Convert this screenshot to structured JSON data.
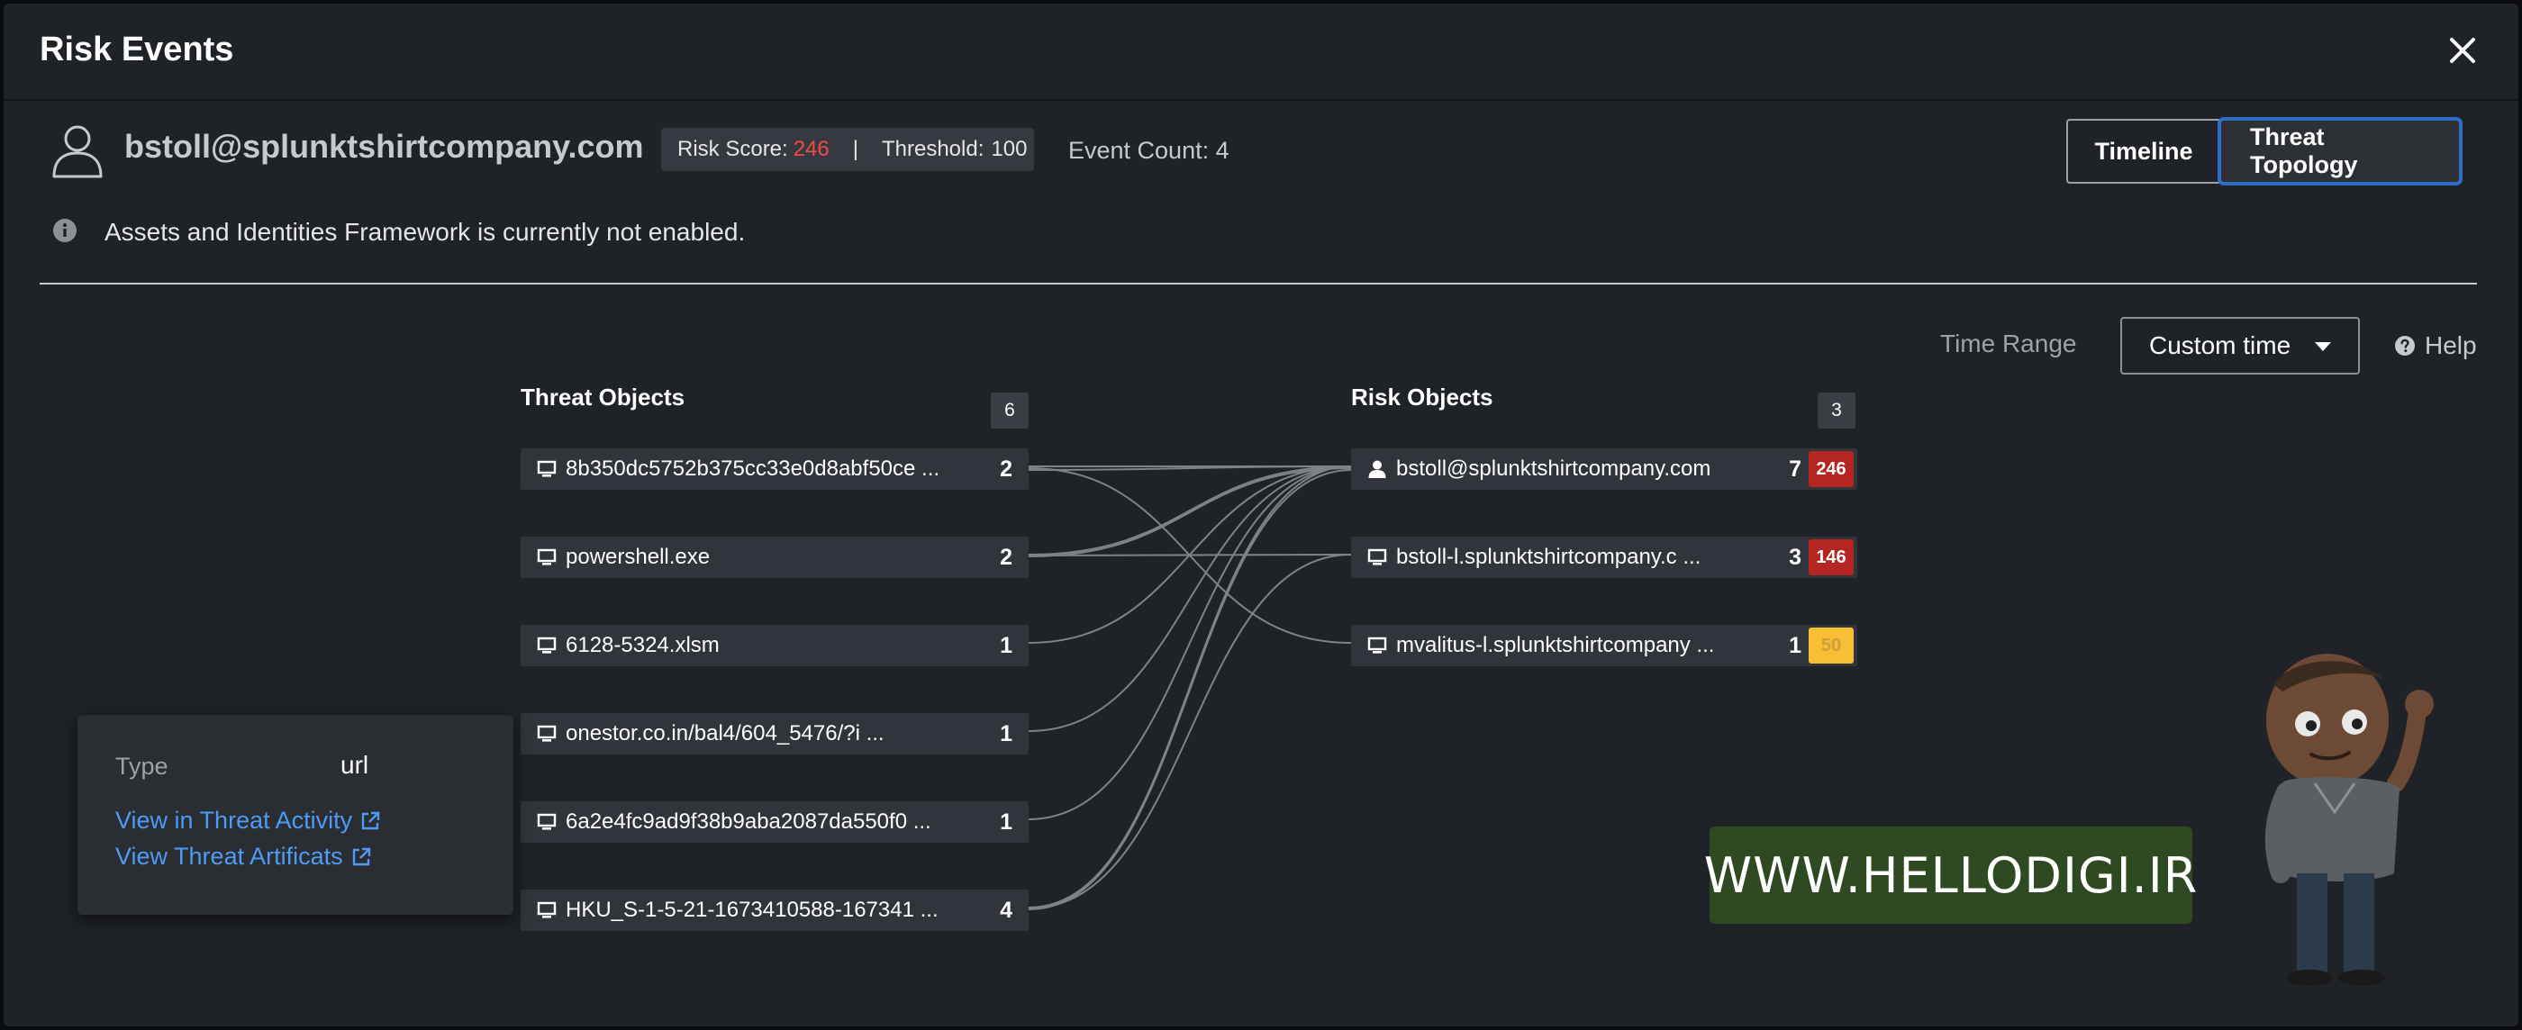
{
  "modal": {
    "title": "Risk Events",
    "close_icon": "close-icon"
  },
  "entity": {
    "name": "bstoll@splunktshirtcompany.com",
    "avatar_icon": "user-outline-icon",
    "risk_score_label": "Risk Score:",
    "risk_score_value": "246",
    "separator": "|",
    "threshold_label": "Threshold:",
    "threshold_value": "100",
    "event_count": "Event Count: 4",
    "risk_score_color": "#f04b46"
  },
  "view_toggle": {
    "timeline_label": "Timeline",
    "topology_label": "Threat Topology",
    "selected": "Threat Topology",
    "focus_color": "#2f6dc6"
  },
  "info": {
    "icon": "info-circle-icon",
    "message": "Assets and Identities Framework is currently not enabled."
  },
  "time_range": {
    "label": "Time Range",
    "selected": "Custom time",
    "help_label": "Help"
  },
  "threat_objects": {
    "title": "Threat Objects",
    "count": "6",
    "items": [
      {
        "label": "8b350dc5752b375cc33e0d8abf50ce ...",
        "count": "2",
        "icon": "monitor-icon"
      },
      {
        "label": "powershell.exe",
        "count": "2",
        "icon": "monitor-icon"
      },
      {
        "label": "6128-5324.xlsm",
        "count": "1",
        "icon": "monitor-icon"
      },
      {
        "label": "onestor.co.in/bal4/604_5476/?i ...",
        "count": "1",
        "icon": "monitor-icon"
      },
      {
        "label": "6a2e4fc9ad9f38b9aba2087da550f0 ...",
        "count": "1",
        "icon": "monitor-icon"
      },
      {
        "label": "HKU_S-1-5-21-1673410588-167341 ...",
        "count": "4",
        "icon": "monitor-icon"
      }
    ]
  },
  "risk_objects": {
    "title": "Risk Objects",
    "count": "3",
    "items": [
      {
        "label": "bstoll@splunktshirtcompany.com",
        "count": "7",
        "score": "246",
        "score_color": "#b52522",
        "icon": "user-icon"
      },
      {
        "label": "bstoll-l.splunktshirtcompany.c ...",
        "count": "3",
        "score": "146",
        "score_color": "#b52522",
        "icon": "monitor-icon"
      },
      {
        "label": "mvalitus-l.splunktshirtcompany ...",
        "count": "1",
        "score": "50",
        "score_color": "#f8be34",
        "icon": "monitor-icon"
      }
    ]
  },
  "popover": {
    "type_label": "Type",
    "type_value": "url",
    "link_activity": "View in Threat Activity",
    "link_artifacts": "View Threat Artificats",
    "link_icon": "external-link-icon",
    "link_color": "#4e9bf5"
  },
  "watermark": {
    "text": "WWW.HELLODIGI.IR",
    "color": "#2f4a22"
  }
}
